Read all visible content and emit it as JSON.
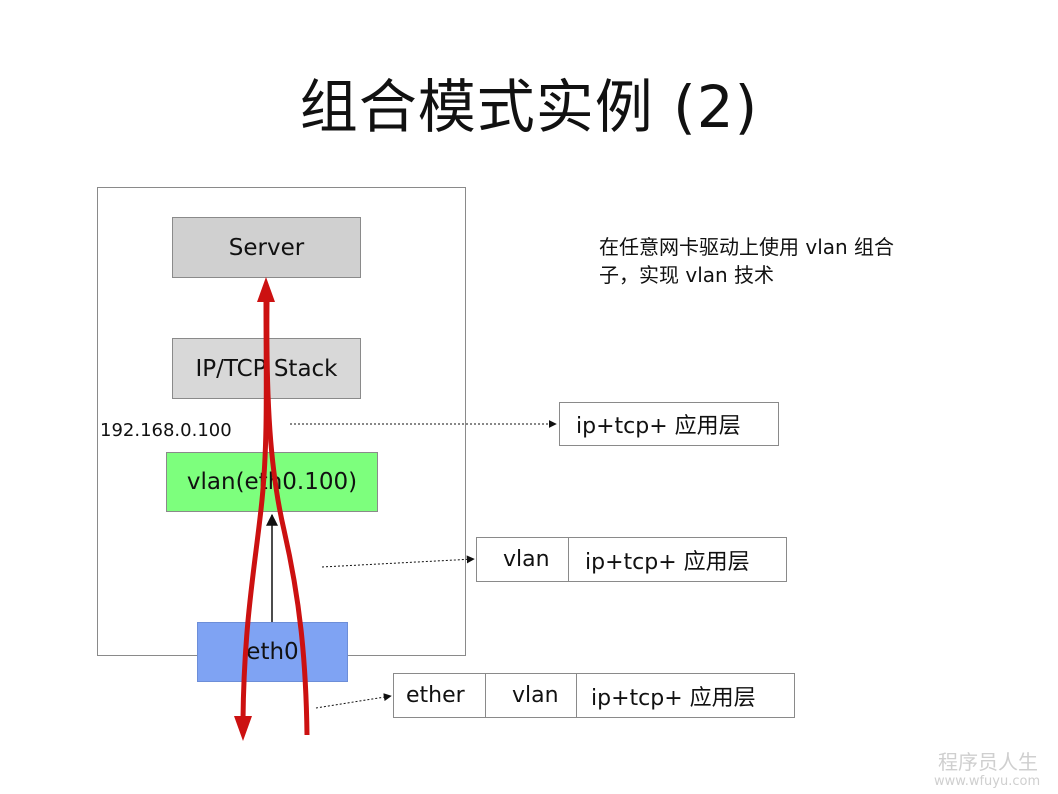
{
  "title": "组合模式实例 (2)",
  "stack": {
    "server": "Server",
    "ip_tcp_stack": "IP/TCP Stack",
    "vlan_iface": "vlan(eth0.100)",
    "eth0": "eth0",
    "ip_address": "192.168.0.100"
  },
  "description": {
    "line1": "在任意网卡驱动上使用 vlan 组合",
    "line2": "子，实现 vlan 技术"
  },
  "frames": {
    "app_frame": {
      "payload": "ip+tcp+ 应用层"
    },
    "vlan_frame": {
      "tag": "vlan",
      "payload": "ip+tcp+ 应用层"
    },
    "ether_frame": {
      "header": "ether",
      "tag": "vlan",
      "payload": "ip+tcp+ 应用层"
    }
  },
  "watermark": {
    "name": "程序员人生",
    "url": "www.wfuyu.com"
  },
  "colors": {
    "server_fill": "#d0d0d0",
    "vlan_fill": "#7dff7d",
    "eth0_fill": "#7fa3f3",
    "flow_arrow": "#cc1111"
  }
}
